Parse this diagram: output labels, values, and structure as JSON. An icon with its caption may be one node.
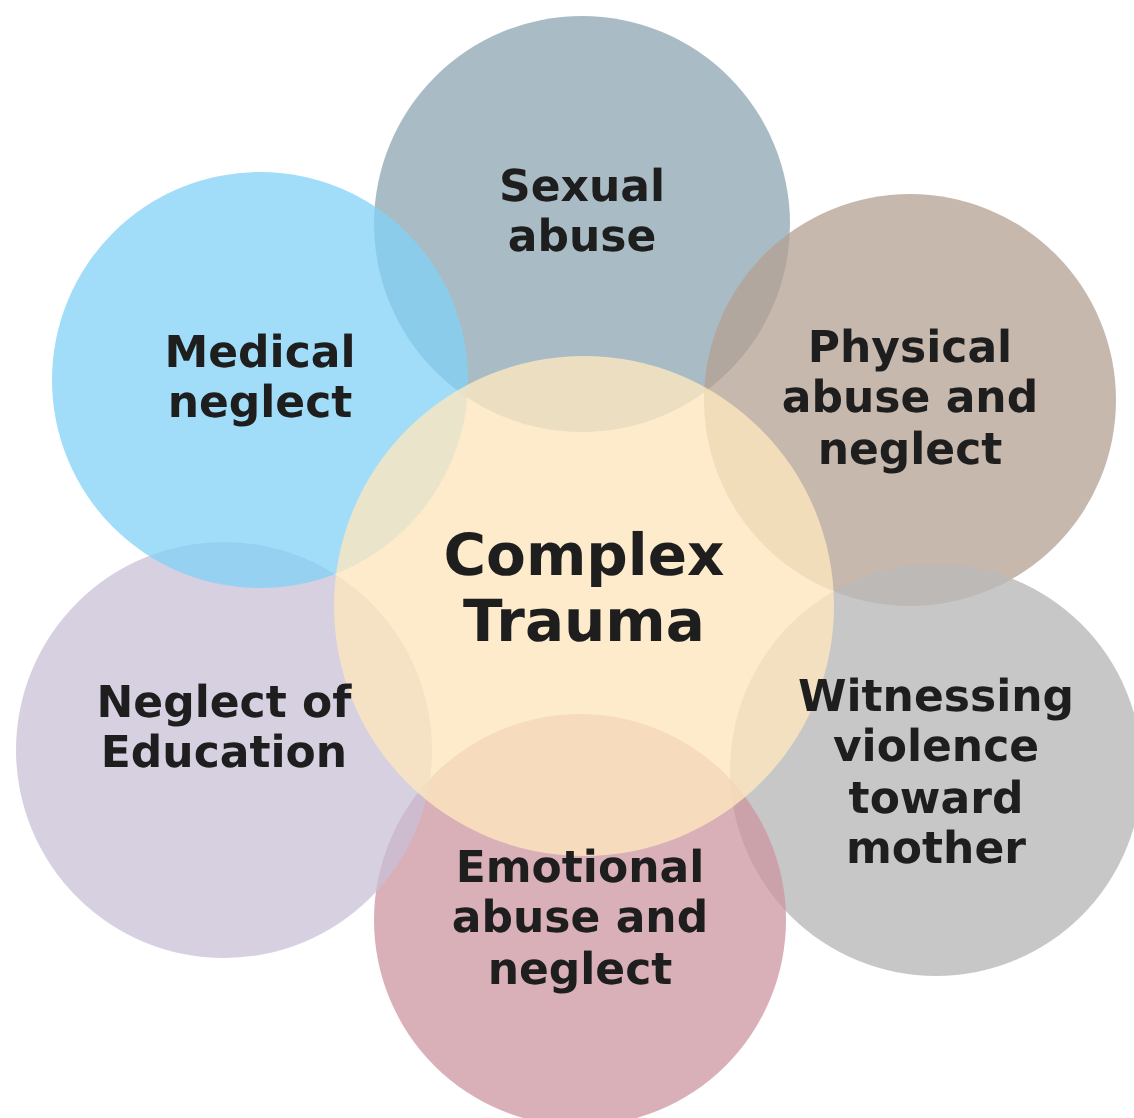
{
  "diagram": {
    "nodes": [
      {
        "text": [
          "Complex Trauma"
        ]
      },
      {
        "text": [
          "Sexual abuse"
        ]
      },
      {
        "text": [
          "Physical abuse and neglect"
        ]
      },
      {
        "text": [
          "Witnessing violence toward mother"
        ]
      },
      {
        "text": [
          "Emotional abuse and neglect"
        ]
      },
      {
        "text": [
          "Neglect of Education"
        ]
      },
      {
        "text": [
          "Medical neglect"
        ]
      }
    ]
  }
}
